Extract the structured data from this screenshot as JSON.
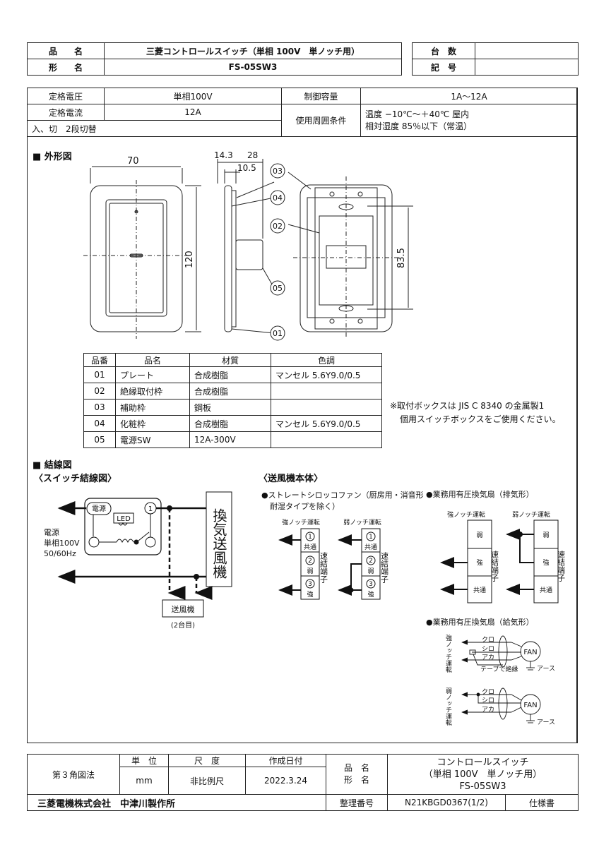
{
  "title_block": {
    "product_name_label": "品　　名",
    "product_name": "三菱コントロールスイッチ（単相 100V　単ノッチ用）",
    "model_label": "形　　名",
    "model": "FS-05SW3",
    "quantity_label": "台　数",
    "quantity": "",
    "symbol_label": "記　号",
    "symbol": ""
  },
  "specs": {
    "rated_voltage_label": "定格電圧",
    "rated_voltage": "単相100V",
    "control_capacity_label": "制御容量",
    "control_capacity": "1A〜12A",
    "rated_current_label": "定格電流",
    "rated_current": "12A",
    "environment_label": "使用周囲条件",
    "environment_temp": "温度 −10℃〜＋40℃ 屋内",
    "environment_humidity": "相対湿度 85％以下（常温）",
    "switching": "入、切　2段切替"
  },
  "outline": {
    "heading": "■ 外形図",
    "dim_width": "70",
    "dim_height": "120",
    "dim_depth_total": "14.3",
    "dim_depth_body": "28",
    "dim_depth_inner": "10.5",
    "dim_pitch": "83.5",
    "callouts": [
      "01",
      "02",
      "03",
      "04",
      "05"
    ]
  },
  "parts_table": {
    "headers": [
      "品番",
      "品名",
      "材質",
      "色調"
    ],
    "rows": [
      [
        "01",
        "プレート",
        "合成樹脂",
        "マンセル 5.6Y9.0/0.5"
      ],
      [
        "02",
        "絶縁取付枠",
        "合成樹脂",
        ""
      ],
      [
        "03",
        "補助枠",
        "鋼板",
        ""
      ],
      [
        "04",
        "化粧枠",
        "合成樹脂",
        "マンセル 5.6Y9.0/0.5"
      ],
      [
        "05",
        "電源SW",
        "12A-300V",
        ""
      ]
    ]
  },
  "box_note": [
    "※取付ボックスは JIS C 8340 の金属製1",
    "個用スイッチボックスをご使用ください。"
  ],
  "wiring": {
    "heading": "■ 結線図",
    "switch_diagram_title": "〈スイッチ結線図〉",
    "power_terminal": "電源",
    "terminal_1": "1",
    "led": "LED",
    "power_label": [
      "電源",
      "単相100V",
      "50/60Hz"
    ],
    "fan_main": "換気送風機",
    "fan_second": "送風機",
    "fan_second_note": "(2台目)",
    "fan_body_title": "〈送風機本体〉",
    "sirocco_title": [
      "●ストレートシロッコファン（厨房用・消音形",
      "耐湿タイプを除く）"
    ],
    "strong_notch": "強ノッチ運転",
    "weak_notch": "弱ノッチ運転",
    "t1": "1",
    "t2": "2",
    "t3": "3",
    "common": "共通",
    "weak": "弱",
    "strong": "強",
    "quick_terminal": "速結端子",
    "exhaust_title": "●業務用有圧換気扇（排気形）",
    "supply_title": "●業務用有圧換気扇（給気形）",
    "black": "クロ",
    "white": "シロ",
    "red": "アカ",
    "fan": "FAN",
    "earth": "アース",
    "tape": "テープで絶縁"
  },
  "footer": {
    "projection": "第３角図法",
    "unit_label": "単　位",
    "unit": "mm",
    "scale_label": "尺　度",
    "scale": "非比例尺",
    "date_label": "作成日付",
    "date": "2022.3.24",
    "name_label": "品　名",
    "model_label": "形　名",
    "product_line1": "コントロールスイッチ",
    "product_line2": "（単相 100V　単ノッチ用）",
    "product_line3": "FS-05SW3",
    "company": "三菱電機株式会社　中津川製作所",
    "doc_no_label": "整理番号",
    "doc_no": "N21KBGD0367(1/2)",
    "doc_type": "仕様書"
  }
}
